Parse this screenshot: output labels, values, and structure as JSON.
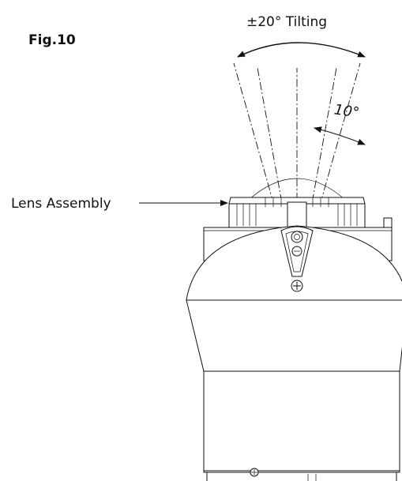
{
  "figure": {
    "fig_label": "Fig.10",
    "tilt_label": "±20° Tilting",
    "angle_label": "10°",
    "lens_label": "Lens Assembly"
  },
  "colors": {
    "line": "#111111",
    "background": "#ffffff"
  }
}
